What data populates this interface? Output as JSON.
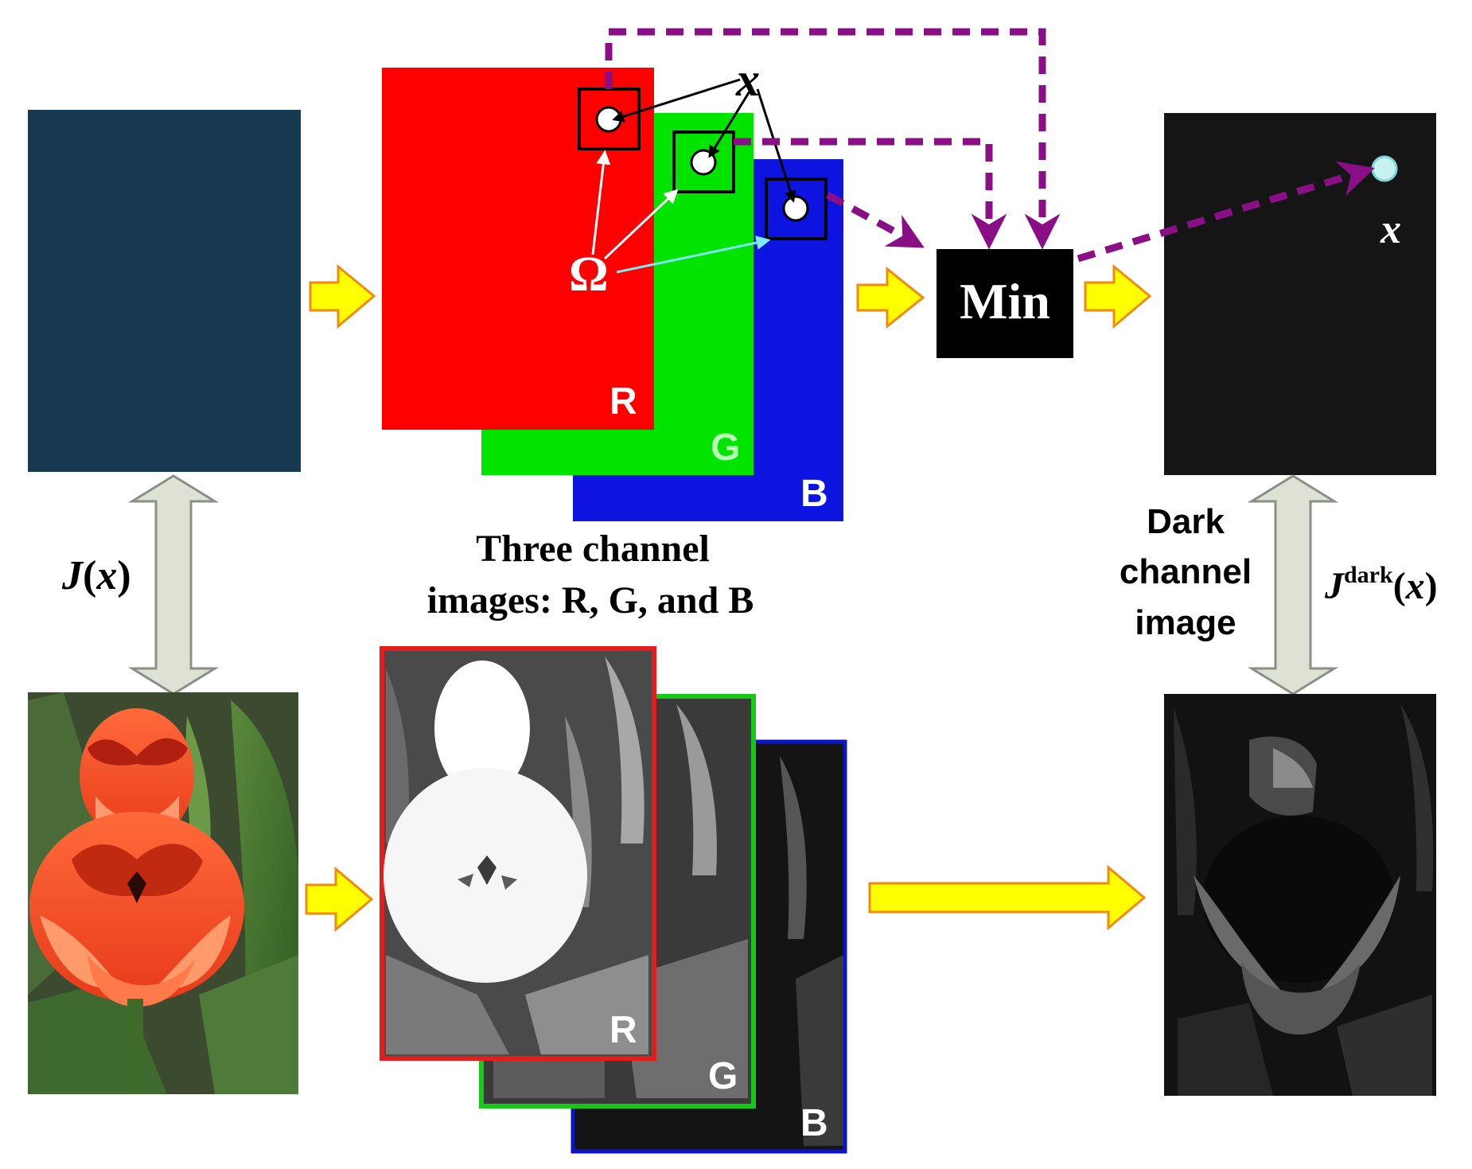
{
  "colors": {
    "input_scene": "#173a52",
    "red_channel": "#ff0000",
    "green_channel": "#00e400",
    "blue_channel": "#0d14e0",
    "dark_result": "#151515",
    "min_box": "#000000",
    "pixel_marker": "#c8f2f0",
    "dashed_arrow": "#8a0f86",
    "flow_arrow_fill": "#ffff00",
    "flow_arrow_stroke": "#f08a10",
    "double_arrow_fill": "#dde2d4",
    "double_arrow_stroke": "#8b8f85",
    "omega_arrow": "#ffffff",
    "omega_arrow_blue": "#7fe8f0"
  },
  "top_row": {
    "channel_letters": {
      "r": "R",
      "g": "G",
      "b": "B"
    },
    "point_label_top": "x",
    "omega_label": "Ω",
    "min_label": "Min",
    "point_label_result": "x"
  },
  "labels": {
    "input_main": "J",
    "input_paren_open": "(",
    "input_var": "x",
    "input_paren_close": ")",
    "three_channel_line1": "Three channel",
    "three_channel_line2": "images: R, G, and B",
    "dark_line1": "Dark",
    "dark_line2": "channel",
    "dark_line3": "image",
    "dark_main": "J",
    "dark_sup": "dark",
    "dark_paren_open": "(",
    "dark_var": "x",
    "dark_paren_close": ")"
  },
  "bottom_row": {
    "channel_letters": {
      "r": "R",
      "g": "G",
      "b": "B"
    }
  }
}
